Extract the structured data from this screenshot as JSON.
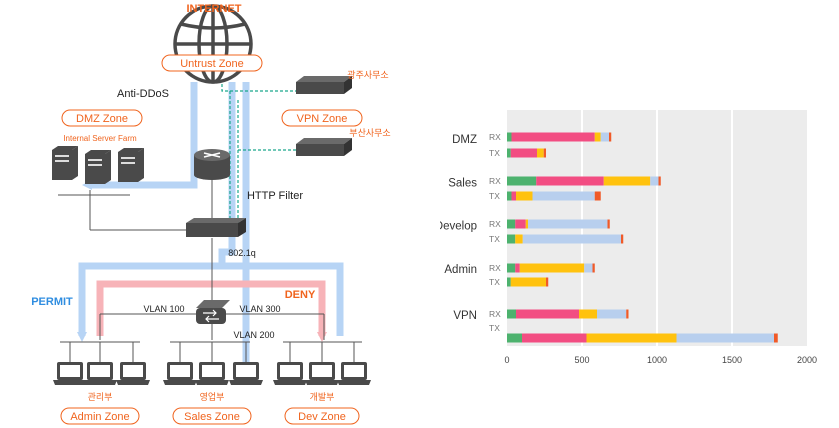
{
  "network": {
    "internet_label": "INTERNET",
    "untrust_zone": "Untrust Zone",
    "anti_ddos": "Anti-DDoS",
    "http_filter": "HTTP Filter",
    "dmz_zone": "DMZ Zone",
    "internal_server_farm": "Internal Server Farm",
    "vpn_zone": "VPN Zone",
    "branch_gwangju": "광주사무소",
    "branch_busan": "부산사무소",
    "dot1q": "802.1q",
    "permit": "PERMIT",
    "deny": "DENY",
    "vlan100": "VLAN 100",
    "vlan200": "VLAN 200",
    "vlan300": "VLAN 300",
    "admin_dept": "관리부",
    "sales_dept": "영업부",
    "dev_dept": "개발부",
    "admin_zone": "Admin Zone",
    "sales_zone": "Sales Zone",
    "dev_zone": "Dev Zone",
    "colors": {
      "orange": "#f0641e",
      "blue_path": "#b7d4f5",
      "pink_path": "#f7b3b8",
      "teal_dash": "#1aa88c",
      "device": "#4a4a4a",
      "permit_text": "#2f8de0"
    }
  },
  "chart_data": {
    "type": "bar",
    "orientation": "horizontal",
    "stacked": true,
    "groups": [
      "DMZ",
      "Sales",
      "Develop",
      "Admin",
      "VPN"
    ],
    "row_labels": [
      "RX",
      "TX"
    ],
    "xlim": [
      0,
      2000
    ],
    "xticks": [
      "0",
      "500",
      "1000",
      "1500",
      "2000"
    ],
    "grid": true,
    "segment_colors": [
      "#4db26e",
      "#f24d82",
      "#ffc20e",
      "#b8cfee",
      "#f05a28"
    ],
    "rows": [
      {
        "group": "DMZ",
        "label": "RX",
        "segments": [
          30,
          555,
          40,
          55,
          15
        ]
      },
      {
        "group": "DMZ",
        "label": "TX",
        "segments": [
          25,
          175,
          45,
          0,
          15
        ]
      },
      {
        "group": "Sales",
        "label": "RX",
        "segments": [
          195,
          450,
          310,
          55,
          15
        ]
      },
      {
        "group": "Sales",
        "label": "TX",
        "segments": [
          30,
          30,
          110,
          415,
          40
        ]
      },
      {
        "group": "Develop",
        "label": "RX",
        "segments": [
          55,
          70,
          15,
          530,
          15
        ]
      },
      {
        "group": "Develop",
        "label": "TX",
        "segments": [
          55,
          0,
          50,
          655,
          15
        ]
      },
      {
        "group": "Admin",
        "label": "RX",
        "segments": [
          55,
          30,
          430,
          55,
          15
        ]
      },
      {
        "group": "Admin",
        "label": "TX",
        "segments": [
          25,
          0,
          235,
          0,
          15
        ]
      },
      {
        "group": "VPN",
        "label": "RX",
        "segments": [
          60,
          420,
          120,
          195,
          15
        ]
      },
      {
        "group": "VPN",
        "label": "TX",
        "segments": [
          0,
          0,
          0,
          0,
          0
        ]
      },
      {
        "group": "",
        "label": "",
        "segments": [
          100,
          430,
          600,
          650,
          25
        ]
      }
    ]
  }
}
